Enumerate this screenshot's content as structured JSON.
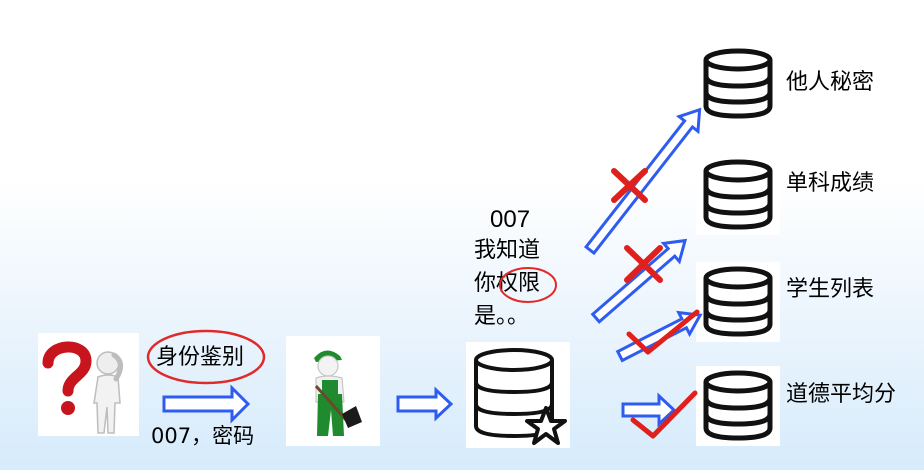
{
  "left": {
    "identity_label": "身份鉴别",
    "credentials": "007，密码"
  },
  "middle": {
    "user_id": "007",
    "line1": "我知道",
    "line2": "你权限",
    "line3": "是。。"
  },
  "targets": [
    {
      "label": "他人秘密",
      "status": "denied"
    },
    {
      "label": "单科成绩",
      "status": "denied"
    },
    {
      "label": "学生列表",
      "status": "allowed"
    },
    {
      "label": "道德平均分",
      "status": "allowed"
    }
  ],
  "colors": {
    "arrow": "#2f5cf0",
    "cross": "#e0201c",
    "check": "#e0201c",
    "circle": "#e02a2a"
  },
  "icons": [
    "question-person-icon",
    "gardener-person-icon",
    "database-star-icon",
    "database-icon",
    "cross-icon",
    "check-icon"
  ]
}
